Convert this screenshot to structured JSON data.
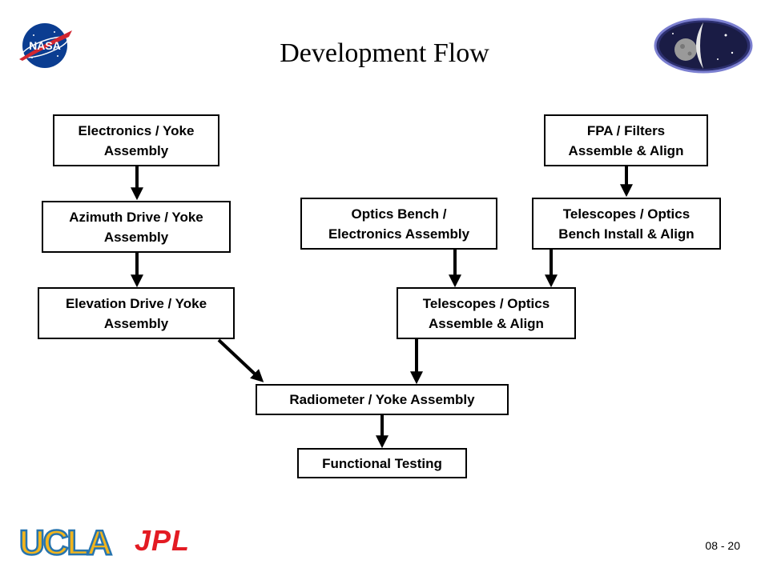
{
  "title": "Development Flow",
  "boxes": {
    "electronics_yoke": "Electronics / Yoke\nAssembly",
    "azimuth_drive": "Azimuth Drive / Yoke\nAssembly",
    "elevation_drive": "Elevation Drive / Yoke\nAssembly",
    "optics_bench": "Optics Bench /\nElectronics Assembly",
    "fpa_filters": "FPA / Filters\nAssemble & Align",
    "telescopes_bench": "Telescopes / Optics\nBench Install & Align",
    "telescopes_assemble": "Telescopes / Optics\nAssemble & Align",
    "radiometer_yoke": "Radiometer / Yoke Assembly",
    "functional_testing": "Functional Testing"
  },
  "logos": {
    "nasa": "NASA",
    "ucla": "UCLA",
    "jpl": "JPL"
  },
  "page_number": "08 - 20",
  "colors": {
    "nasa_blue": "#0b3d91",
    "nasa_red": "#d22630",
    "ucla_gold": "#f2b51d",
    "ucla_blue": "#2774ae",
    "jpl_red": "#e31b23"
  }
}
